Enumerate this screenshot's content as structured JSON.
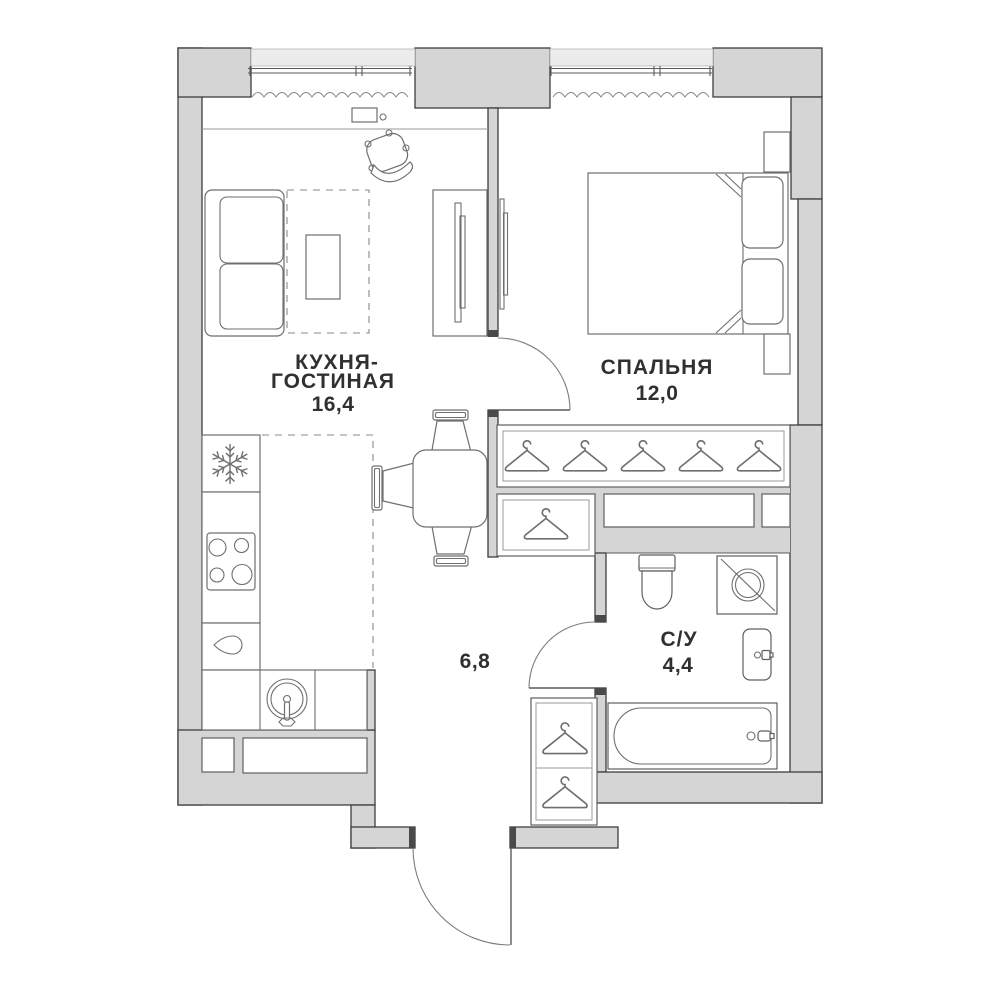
{
  "plan": {
    "rooms": [
      {
        "id": "kitchen-living",
        "name_line1": "КУХНЯ-",
        "name_line2": "ГОСТИНАЯ",
        "area": "16,4"
      },
      {
        "id": "bedroom",
        "name": "СПАЛЬНЯ",
        "area": "12,0"
      },
      {
        "id": "bathroom",
        "name": "С/У",
        "area": "4,4"
      },
      {
        "id": "hallway",
        "area": "6,8"
      }
    ],
    "icons": {
      "fridge": "snowflake-icon",
      "closets": "hanger-icon",
      "washing_machine": "drum-slash-icon",
      "stove": "four-burners-icon"
    },
    "colors": {
      "wall_fill": "#d5d5d5",
      "wall_outline": "#3e3e3e",
      "window_band": "#ececec",
      "furniture_stroke": "#6f6f6f",
      "label_color": "#303030",
      "background": "#ffffff"
    }
  }
}
